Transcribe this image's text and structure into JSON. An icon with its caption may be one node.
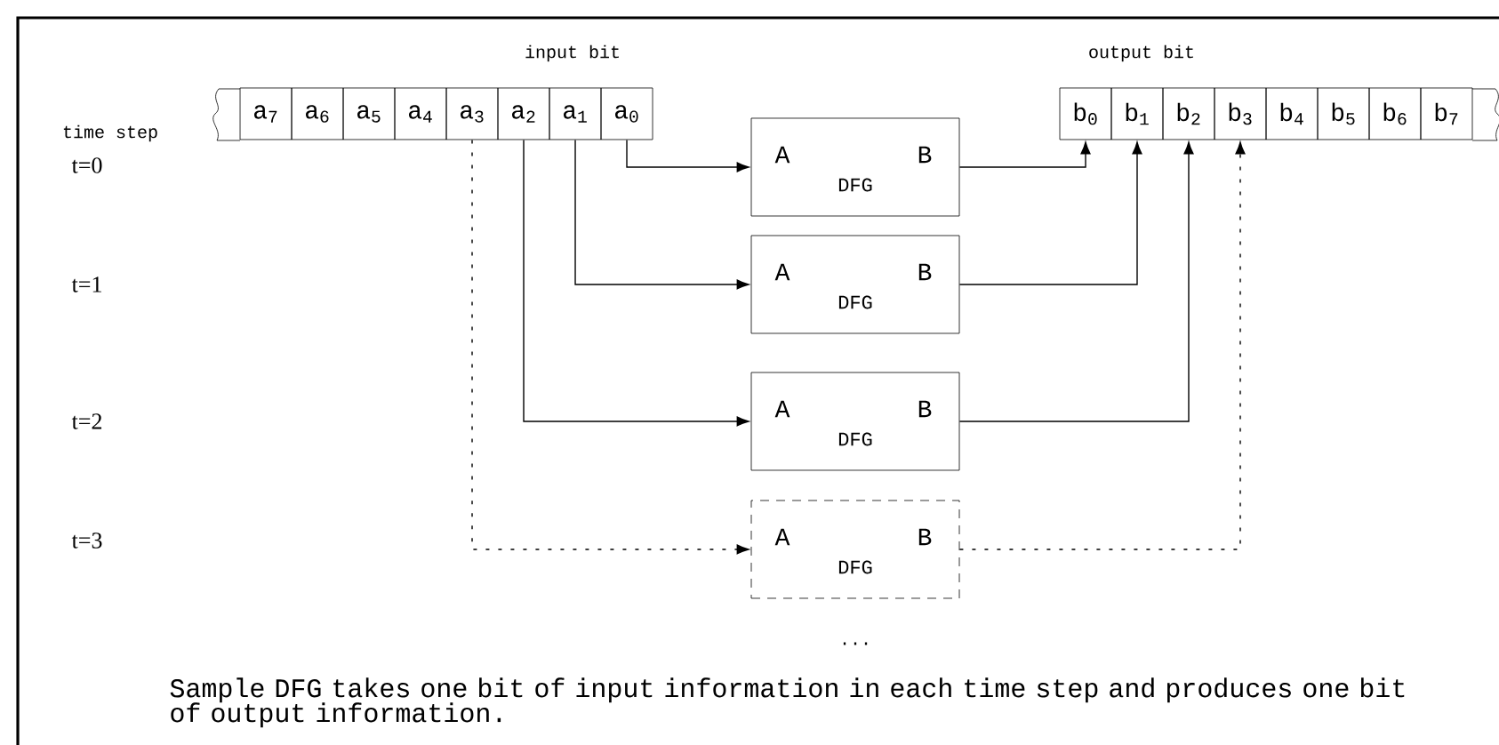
{
  "diagram": {
    "caption": "Sample DFG takes one bit of input information in each time step and produces one bit of output information.",
    "nodes": [
      {
        "text": [
          "a$_{7}$"
        ]
      },
      {
        "text": [
          "a$_{6}$"
        ]
      },
      {
        "text": [
          "a$_{5}$"
        ]
      },
      {
        "text": [
          "a$_{4}$"
        ]
      },
      {
        "text": [
          "a$_{3}$"
        ]
      },
      {
        "text": [
          "a$_{2}$"
        ]
      },
      {
        "text": [
          "a$_{1}$"
        ]
      },
      {
        "text": [
          "a$_{0}$"
        ]
      },
      {
        "text": [
          "b$_{0}$"
        ]
      },
      {
        "text": [
          "b$_{1}$"
        ]
      },
      {
        "text": [
          "b$_{2}$"
        ]
      },
      {
        "text": [
          "b$_{3}$"
        ]
      },
      {
        "text": [
          "b$_{4}$"
        ]
      },
      {
        "text": [
          "b$_{5}$"
        ]
      },
      {
        "text": [
          "b$_{6}$"
        ]
      },
      {
        "text": [
          "b$_{7}$"
        ]
      },
      {
        "text": [
          "A",
          "B",
          "DFG"
        ]
      },
      {
        "text": [
          "A",
          "B",
          "DFG"
        ]
      },
      {
        "text": [
          "A",
          "B",
          "DFG"
        ]
      },
      {
        "text": [
          "A",
          "B",
          "DFG"
        ]
      }
    ],
    "edges": [
      {
        "from": 7,
        "to": 16,
        "arrow": "to"
      },
      {
        "from": 16,
        "to": 8,
        "arrow": "to"
      },
      {
        "from": 6,
        "to": 17,
        "arrow": "to"
      },
      {
        "from": 17,
        "to": 9,
        "arrow": "to"
      },
      {
        "from": 5,
        "to": 18,
        "arrow": "to"
      },
      {
        "from": 18,
        "to": 10,
        "arrow": "to"
      },
      {
        "from": 4,
        "to": 19,
        "arrow": "to",
        "style": "dashed"
      },
      {
        "from": 19,
        "to": 11,
        "arrow": "to",
        "style": "dashed"
      }
    ],
    "labels": [
      "input bit",
      "output bit",
      "time step",
      "t=0",
      "t=1",
      "t=2",
      "t=3",
      "..."
    ]
  }
}
